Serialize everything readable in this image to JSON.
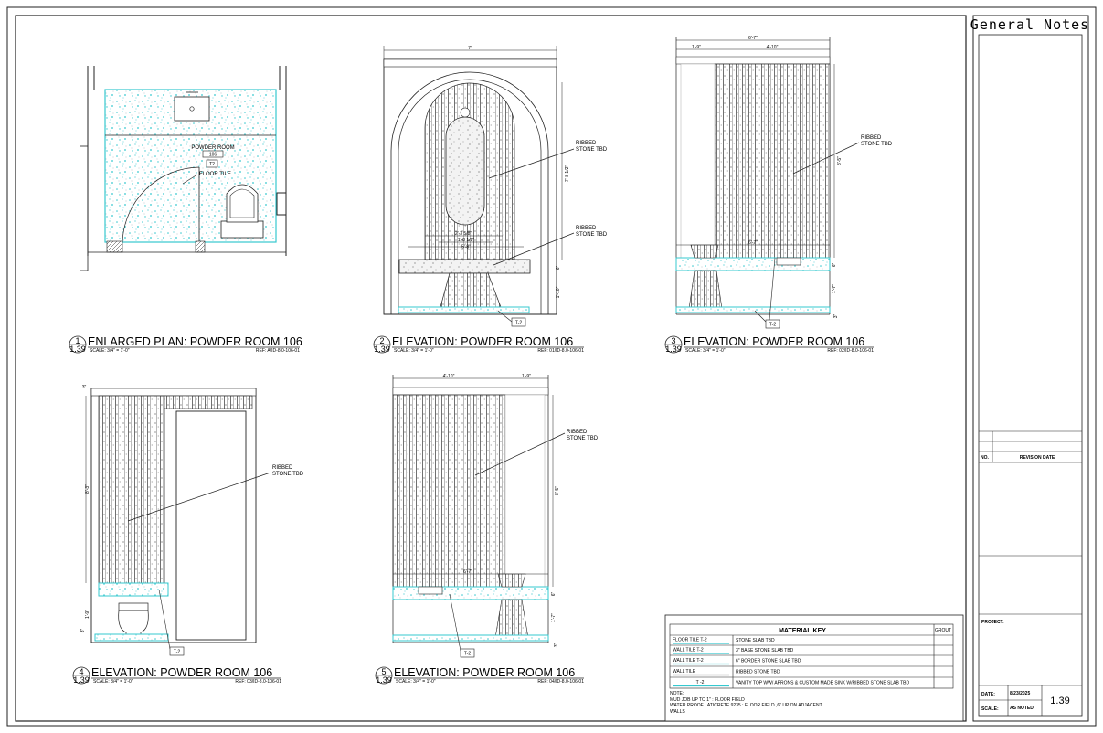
{
  "drawings": [
    {
      "num": "1",
      "sheet": "1.39",
      "title": "ENLARGED PLAN: POWDER ROOM 106",
      "scale": "SCALE: 3/4\" = 1'-0\"",
      "ref": "REF: A/ID-8.0-106-01"
    },
    {
      "num": "2",
      "sheet": "1.39",
      "title": "ELEVATION: POWDER ROOM 106",
      "scale": "SCALE: 3/4\" = 1'-0\"",
      "ref": "REF: 01/ID-8.0-106-01"
    },
    {
      "num": "3",
      "sheet": "1.39",
      "title": "ELEVATION: POWDER ROOM 106",
      "scale": "SCALE: 3/4\" = 1'-0\"",
      "ref": "REF: 02/ID-8.0-106-01"
    },
    {
      "num": "4",
      "sheet": "1.39",
      "title": "ELEVATION: POWDER ROOM 106",
      "scale": "SCALE: 3/4\" = 1'-0\"",
      "ref": "REF: 03/ID-8.0-106-01"
    },
    {
      "num": "5",
      "sheet": "1.39",
      "title": "ELEVATION: POWDER ROOM 106",
      "scale": "SCALE: 3/4\" = 1'-0\"",
      "ref": "REF: 04/ID-8.0-106-01"
    }
  ],
  "plan": {
    "room_name": "POWDER ROOM",
    "room_number": "106",
    "tag": "T2",
    "floor_label": "FLOOR TILE"
  },
  "callouts": {
    "ribbed": "RIBBED",
    "stone_tbd": "STONE TBD",
    "t2": "T-2"
  },
  "dims": {
    "e2_width": "7'",
    "e2_height": "7'-8 1/2\"",
    "e2_a": "2'-3 5/8\"",
    "e2_b": "1'-8 1/8\"",
    "e2_c": "5'-8\"",
    "e2_d": "6\"",
    "e2_e": "1'-10\"",
    "e3_total": "6'-7\"",
    "e3_a": "1'-9\"",
    "e3_b": "4'-10\"",
    "e3_height": "8'-5\"",
    "e3_c": "6'-7\"",
    "e3_d": "6\"",
    "e3_e": "1'-7\"",
    "e3_f": "3\"",
    "e4_top": "3\"",
    "e4_height": "8'-3\"",
    "e4_a": "1'-9\"",
    "e4_b": "3\"",
    "e5_a": "4'-10\"",
    "e5_b": "1'-9\"",
    "e5_height": "8'-5\"",
    "e5_c": "6'-7\"",
    "e5_d": "6\"",
    "e5_e": "1'-7\"",
    "e5_f": "3\""
  },
  "material_key": {
    "title": "MATERIAL KEY",
    "grout": "GROUT",
    "rows": [
      {
        "code": "FLOOR  TILE T-2",
        "desc": "STONE SLAB TBD"
      },
      {
        "code": "WALL  TILE T-2",
        "desc": "3\" BASE STONE SLAB TBD"
      },
      {
        "code": "WALL  TILE T-2",
        "desc": "6\" BORDER  STONE SLAB TBD"
      },
      {
        "code": "WALL  TILE",
        "desc": "RIBBED STONE TBD"
      },
      {
        "code": "T -2",
        "desc": "VANITY TOP WW/ APRONS & CUSTOM MADE SINK W/RIBBED STONE SLAB TBD"
      }
    ],
    "note_label": "NOTE:",
    "notes": [
      "MUD JOB UP TO 1\" : FLOOR FIELD",
      "WATER PROOF LATICRETE 9235 : FLOOR FIELD ,6\" UP ON ADJACENT",
      "WALLS"
    ]
  },
  "titleblock": {
    "heading": "General Notes",
    "no": "NO.",
    "revision_date": "REVISION  DATE",
    "project": "PROJECT:",
    "date_label": "DATE:",
    "date_value": "8/23/2025",
    "scale_label": "SCALE:",
    "scale_value": "AS NOTED",
    "sheet_number": "1.39"
  },
  "colors": {
    "tile": "#36c8cf",
    "tile_fill": "#e8fbfc",
    "line": "#222222"
  }
}
